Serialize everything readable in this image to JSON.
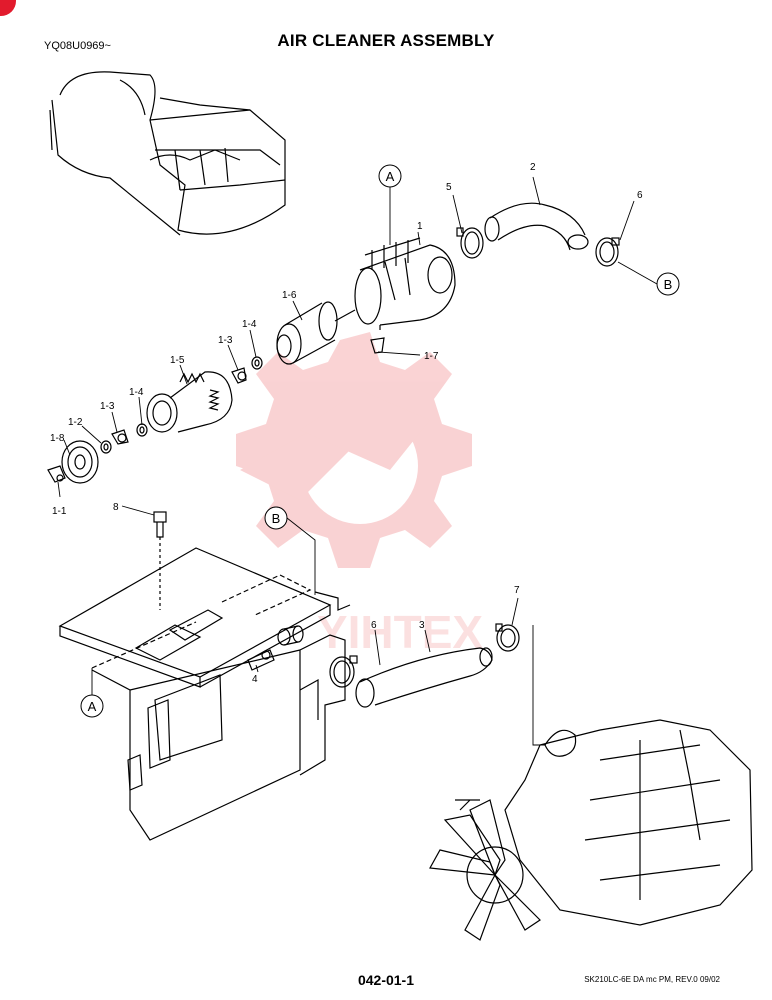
{
  "header": {
    "serial_range": "YQ08U0969~",
    "title": "AIR CLEANER ASSEMBLY"
  },
  "footer": {
    "page_number": "042-01-1",
    "document_ref": "SK210LC-6E DA mc PM,  REV.0 09/02"
  },
  "reference_markers": [
    "A",
    "B"
  ],
  "part_callouts": [
    "1",
    "1-1",
    "1-2",
    "1-3",
    "1-4",
    "1-5",
    "1-6",
    "1-7",
    "1-8",
    "2",
    "3",
    "4",
    "5",
    "6",
    "7",
    "8"
  ],
  "watermark": {
    "text": "YIHTEX",
    "color": "#e8363a"
  },
  "colors": {
    "line": "#000000",
    "corner_badge": "#e21b2d"
  }
}
